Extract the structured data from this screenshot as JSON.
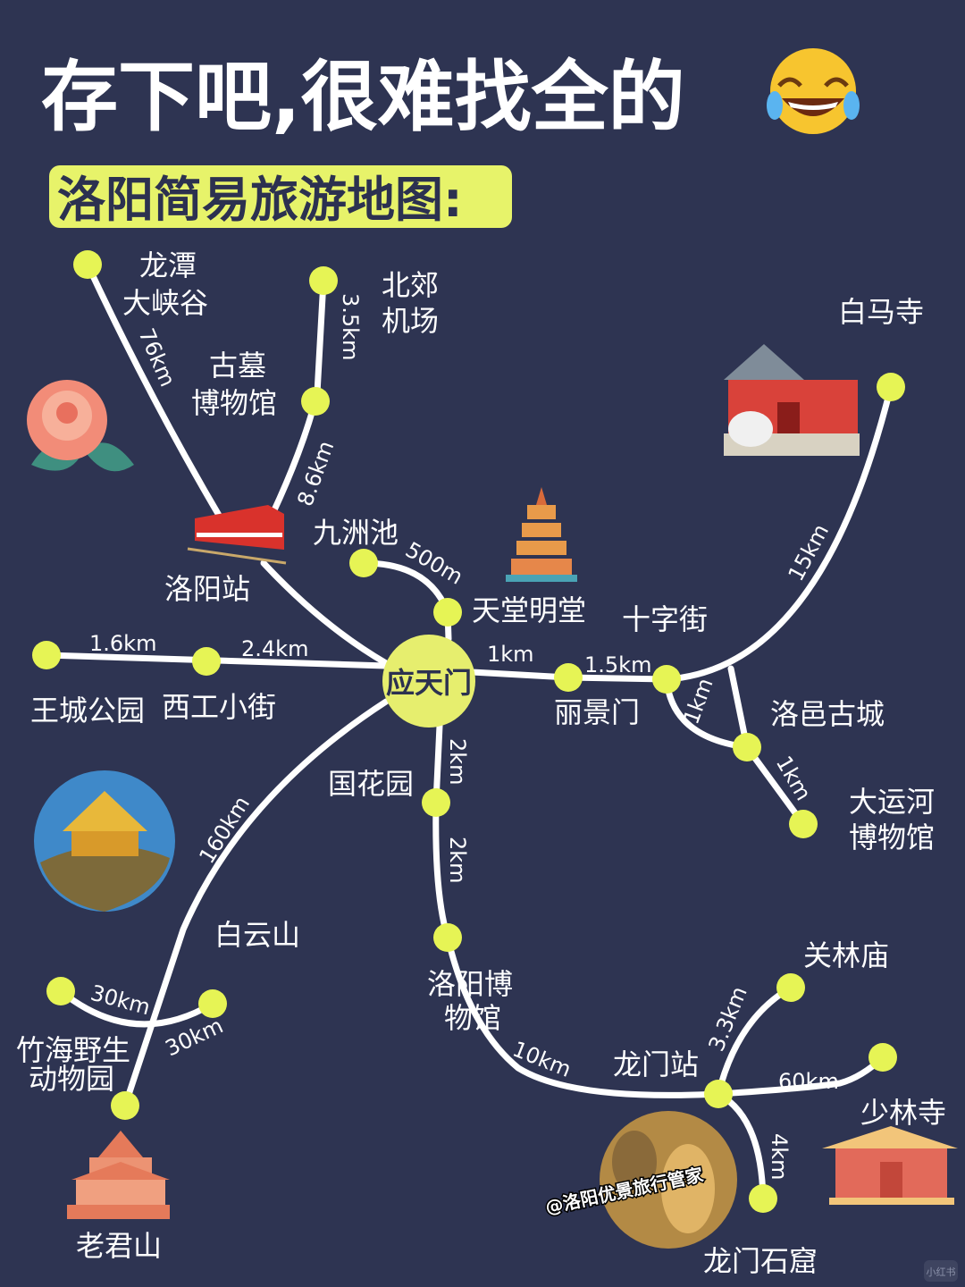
{
  "header": {
    "title": "存下吧,很难找全的",
    "emoji_icon": "face-with-tears-of-joy-icon"
  },
  "subtitle": "洛阳简易旅游地图:",
  "colors": {
    "background": "#2e3452",
    "node": "#e6f455",
    "banner": "#e7f36a",
    "line": "#ffffff"
  },
  "center": "应天门",
  "stations": {
    "longtan_1": "龙潭",
    "longtan_2": "大峡谷",
    "beijiao_1": "北郊",
    "beijiao_2": "机场",
    "gumu_1": "古墓",
    "gumu_2": "博物馆",
    "luoyang_station": "洛阳站",
    "jiuzhouchi": "九洲池",
    "tiantang": "天堂明堂",
    "shizijie": "十字街",
    "baimasi": "白马寺",
    "wangcheng": "王城公园",
    "xigong": "西工小街",
    "lijingmen": "丽景门",
    "luoyi": "洛邑古城",
    "dayunhe_1": "大运河",
    "dayunhe_2": "博物馆",
    "guohuayuan": "国花园",
    "baiyunshan": "白云山",
    "museum_1": "洛阳博",
    "museum_2": "物馆",
    "guanlin": "关林庙",
    "longmen_station": "龙门站",
    "shaolin": "少林寺",
    "longmen_grottoes": "龙门石窟",
    "zhuhai_1": "竹海野生",
    "zhuhai_2": "动物园",
    "laojunshan": "老君山"
  },
  "distances": {
    "longtan": "76km",
    "beijiao": "3.5km",
    "gumu": "8.6km",
    "jiuzhouchi": "500m",
    "wangcheng": "1.6km",
    "xigong": "2.4km",
    "lijingmen": "1km",
    "shizijie": "1.5km",
    "luoyi": "1km",
    "dayunhe": "1km",
    "baimasi": "15km",
    "guohuayuan": "2km",
    "museum": "2km",
    "baiyunshan": "160km",
    "zhuhai": "30km",
    "zhuhai_b": "30km",
    "longmen_station": "10km",
    "guanlin": "3.3km",
    "shaolin": "60km",
    "grottoes": "4km"
  },
  "watermark": "@洛阳优景旅行管家",
  "corner_logo": "小红书"
}
